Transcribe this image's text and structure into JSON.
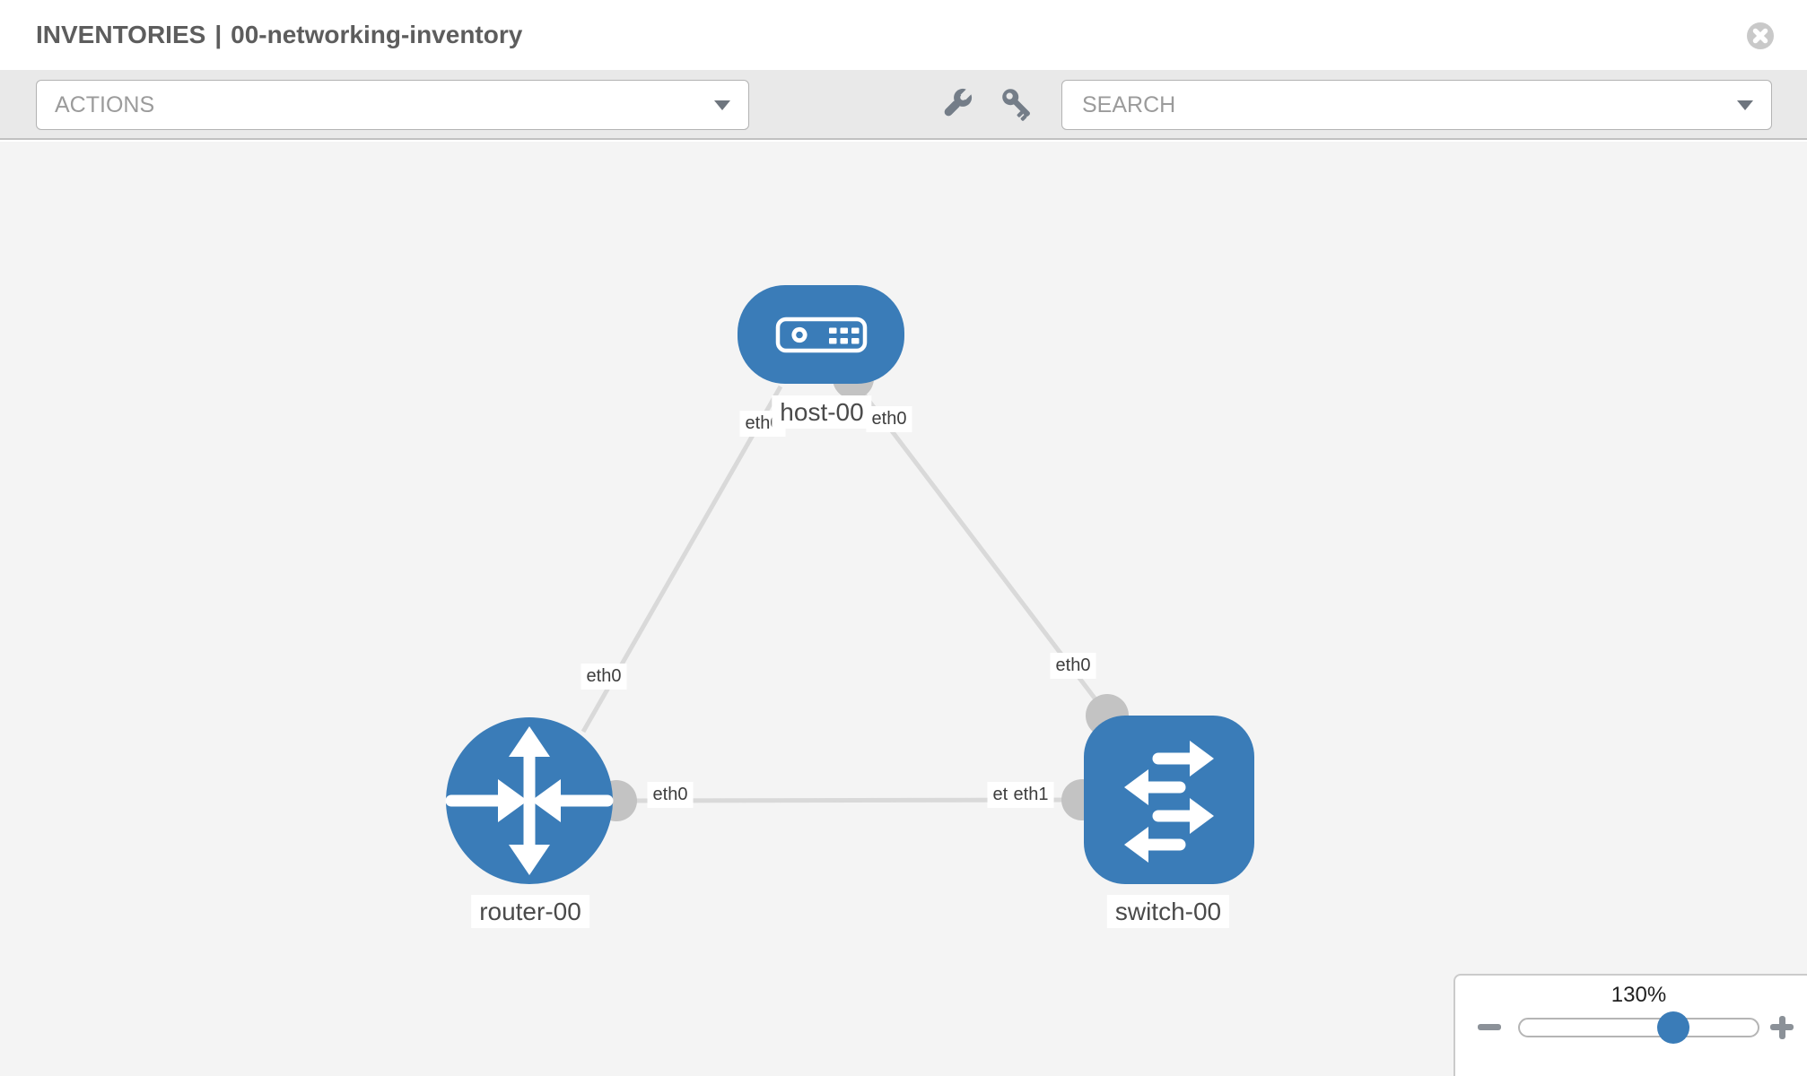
{
  "header": {
    "section": "INVENTORIES",
    "separator": "|",
    "inventory_name": "00-networking-inventory",
    "close_icon": "close-circle"
  },
  "toolbar": {
    "actions_dropdown": {
      "label": "ACTIONS",
      "caret_icon": "caret-down"
    },
    "search_dropdown": {
      "placeholder": "SEARCH",
      "caret_icon": "caret-down"
    },
    "wrench_icon": "wrench",
    "key_icon": "key"
  },
  "topology": {
    "nodes": [
      {
        "id": "host-00",
        "label": "host-00",
        "type": "host"
      },
      {
        "id": "router-00",
        "label": "router-00",
        "type": "router"
      },
      {
        "id": "switch-00",
        "label": "switch-00",
        "type": "switch"
      }
    ],
    "links": [
      {
        "from": "host-00",
        "from_interface": "eth0",
        "to": "router-00",
        "to_interface": "eth0"
      },
      {
        "from": "host-00",
        "from_interface": "eth0",
        "to": "switch-00",
        "to_interface": "eth0"
      },
      {
        "from": "router-00",
        "from_interface": "eth0",
        "to": "switch-00",
        "to_interface": "eth1"
      }
    ],
    "interface_labels": [
      "eth0",
      "eth0",
      "eth0",
      "eth0",
      "eth0",
      "eth0",
      "eth1"
    ]
  },
  "zoom_control": {
    "level": "130%",
    "zoom_out_icon": "minus",
    "zoom_in_icon": "plus"
  },
  "colors": {
    "node_fill": "#3a7cb8",
    "link_stroke": "#d9d9d9",
    "endpoint_fill": "#c3c3c3",
    "toolbar_bg": "#e9e9e9",
    "canvas_bg": "#f4f4f4",
    "slider_thumb": "#3a7cb8",
    "title_text": "#5d5d5d"
  }
}
